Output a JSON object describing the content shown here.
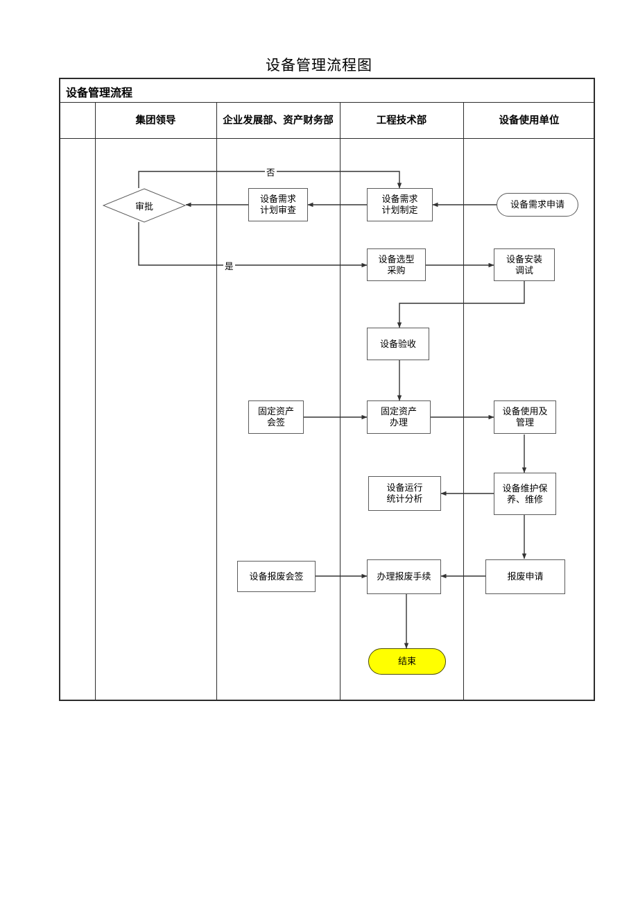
{
  "document": {
    "title": "设备管理流程图"
  },
  "table": {
    "band_title": "设备管理流程",
    "columns": [
      {
        "label": "",
        "name": "spacer-column"
      },
      {
        "label": "集团领导",
        "name": "group-leadership"
      },
      {
        "label": "企业发展部、资产财务部",
        "name": "enterprise-development-and-asset-finance"
      },
      {
        "label": "工程技术部",
        "name": "engineering-technology"
      },
      {
        "label": "设备使用单位",
        "name": "equipment-using-unit"
      }
    ]
  },
  "flow": {
    "nodes": [
      {
        "id": "request",
        "label": "设备需求申请",
        "shape": "stadium",
        "lane": "equipment-using-unit"
      },
      {
        "id": "plan_make",
        "label": "设备需求\n计划制定",
        "shape": "rect",
        "lane": "engineering-technology"
      },
      {
        "id": "plan_review",
        "label": "设备需求\n计划审查",
        "shape": "rect",
        "lane": "enterprise-development-and-asset-finance"
      },
      {
        "id": "approve",
        "label": "审批",
        "shape": "diamond",
        "lane": "group-leadership"
      },
      {
        "id": "purchase",
        "label": "设备选型\n采购",
        "shape": "rect",
        "lane": "engineering-technology"
      },
      {
        "id": "install",
        "label": "设备安装\n调试",
        "shape": "rect",
        "lane": "equipment-using-unit"
      },
      {
        "id": "acceptance",
        "label": "设备验收",
        "shape": "rect",
        "lane": "engineering-technology"
      },
      {
        "id": "asset_sign",
        "label": "固定资产\n会签",
        "shape": "rect",
        "lane": "enterprise-development-and-asset-finance"
      },
      {
        "id": "asset_handle",
        "label": "固定资产\n办理",
        "shape": "rect",
        "lane": "engineering-technology"
      },
      {
        "id": "use_manage",
        "label": "设备使用及\n管理",
        "shape": "rect",
        "lane": "equipment-using-unit"
      },
      {
        "id": "stats",
        "label": "设备运行\n统计分析",
        "shape": "rect",
        "lane": "engineering-technology"
      },
      {
        "id": "maintenance",
        "label": "设备维护保\n养、维修",
        "shape": "rect",
        "lane": "equipment-using-unit"
      },
      {
        "id": "scrap_sign",
        "label": "设备报废会签",
        "shape": "rect",
        "lane": "enterprise-development-and-asset-finance"
      },
      {
        "id": "scrap_handle",
        "label": "办理报废手续",
        "shape": "rect",
        "lane": "engineering-technology"
      },
      {
        "id": "scrap_apply",
        "label": "报废申请",
        "shape": "rect",
        "lane": "equipment-using-unit"
      },
      {
        "id": "end",
        "label": "结束",
        "shape": "terminator",
        "lane": "engineering-technology"
      }
    ],
    "edge_labels": [
      {
        "id": "no",
        "label": "否"
      },
      {
        "id": "yes",
        "label": "是"
      }
    ]
  },
  "colors": {
    "terminator_fill": "#ffff00",
    "node_border": "#5a5a5a",
    "table_border": "#2b2b2b",
    "line": "#333333"
  }
}
